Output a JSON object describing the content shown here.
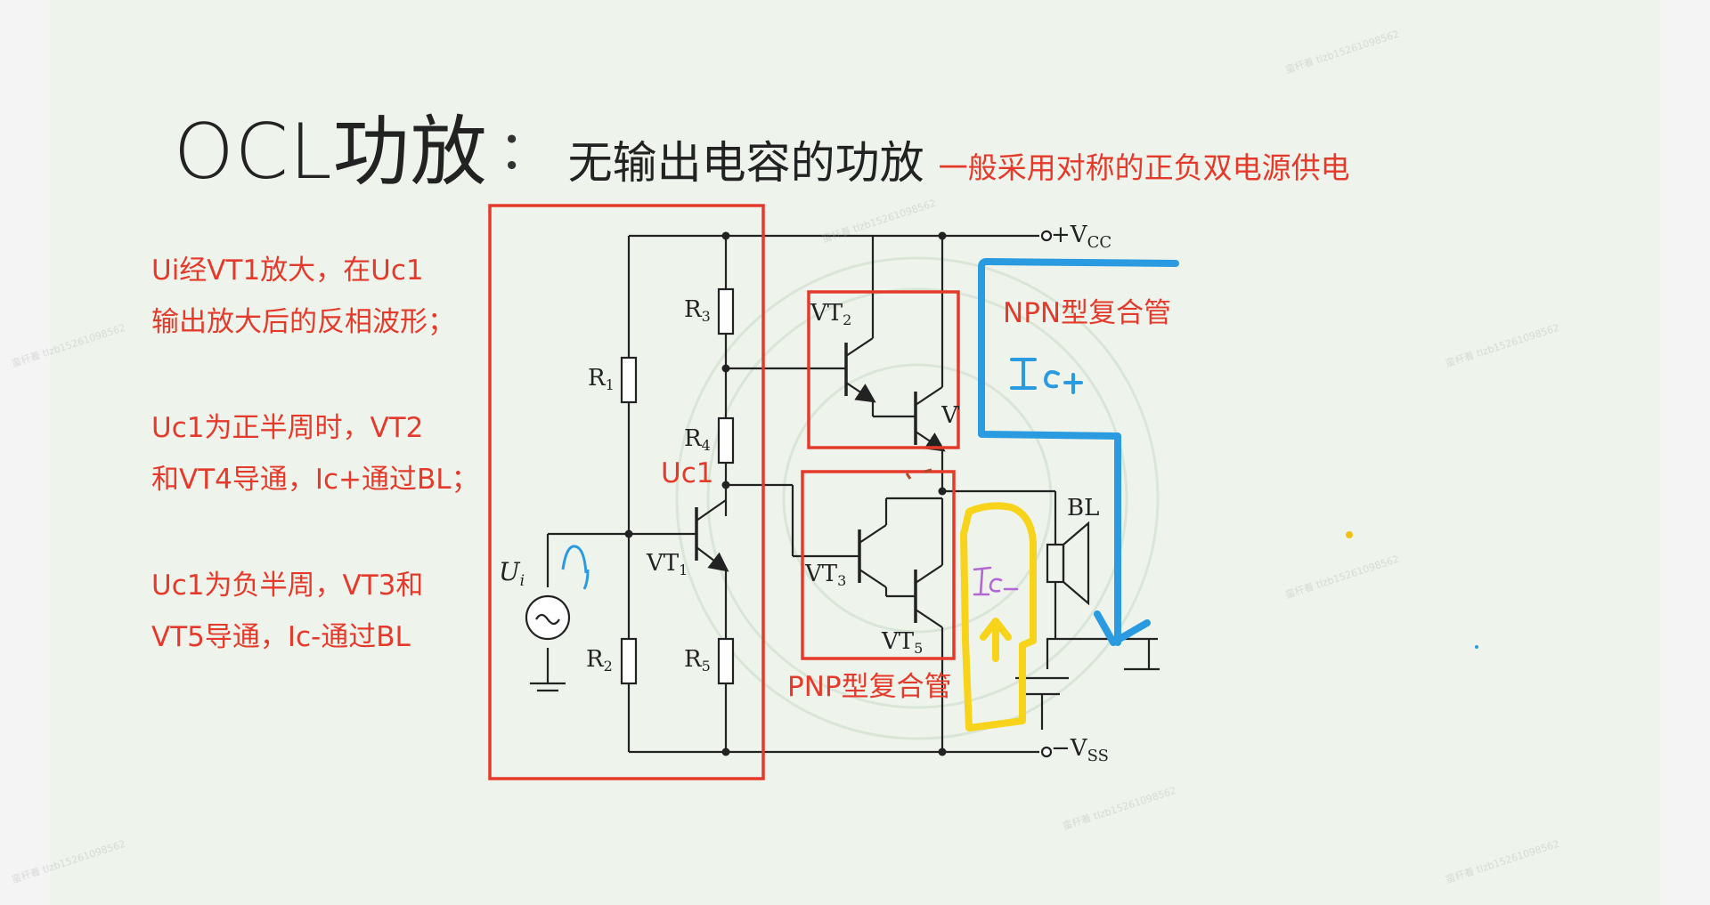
{
  "slide": {
    "title": "OCL功放",
    "colon": "：",
    "subtitle": "无输出电容的功放",
    "title_note": "一般采用对称的正负双电源供电"
  },
  "notes": [
    "Ui经VT1放大，在Uc1",
    "输出放大后的反相波形；",
    "Uc1为正半周时，VT2",
    "和VT4导通，Ic+通过BL；",
    "Uc1为负半周，VT3和",
    "VT5导通，Ic-通过BL"
  ],
  "circuit": {
    "vcc": "+V",
    "vcc_sub": "CC",
    "vss": "−V",
    "vss_sub": "SS",
    "r1": "R",
    "r1_sub": "1",
    "r2": "R",
    "r2_sub": "2",
    "r3": "R",
    "r3_sub": "3",
    "r4": "R",
    "r4_sub": "4",
    "r5": "R",
    "r5_sub": "5",
    "vt1": "VT",
    "vt1_sub": "1",
    "vt2": "VT",
    "vt2_sub": "2",
    "vt3": "VT",
    "vt3_sub": "3",
    "vt4": "VT",
    "vt5": "VT",
    "vt5_sub": "5",
    "ui": "U",
    "ui_sub": "i",
    "bl": "BL"
  },
  "annotations": {
    "npn_label": "NPN型复合管",
    "pnp_label": "PNP型复合管",
    "uc1_label": "Uc1",
    "ic_plus": "Ic+",
    "ic_minus": "Ic−"
  },
  "colors": {
    "accent_red": "#e53a2b",
    "current_blue": "#2a9be0",
    "current_yellow": "#f7d31a",
    "ic_minus_purple": "#b267d4",
    "wire": "#222222"
  },
  "watermark_text": "蛮杆着 tlzb15261098562"
}
